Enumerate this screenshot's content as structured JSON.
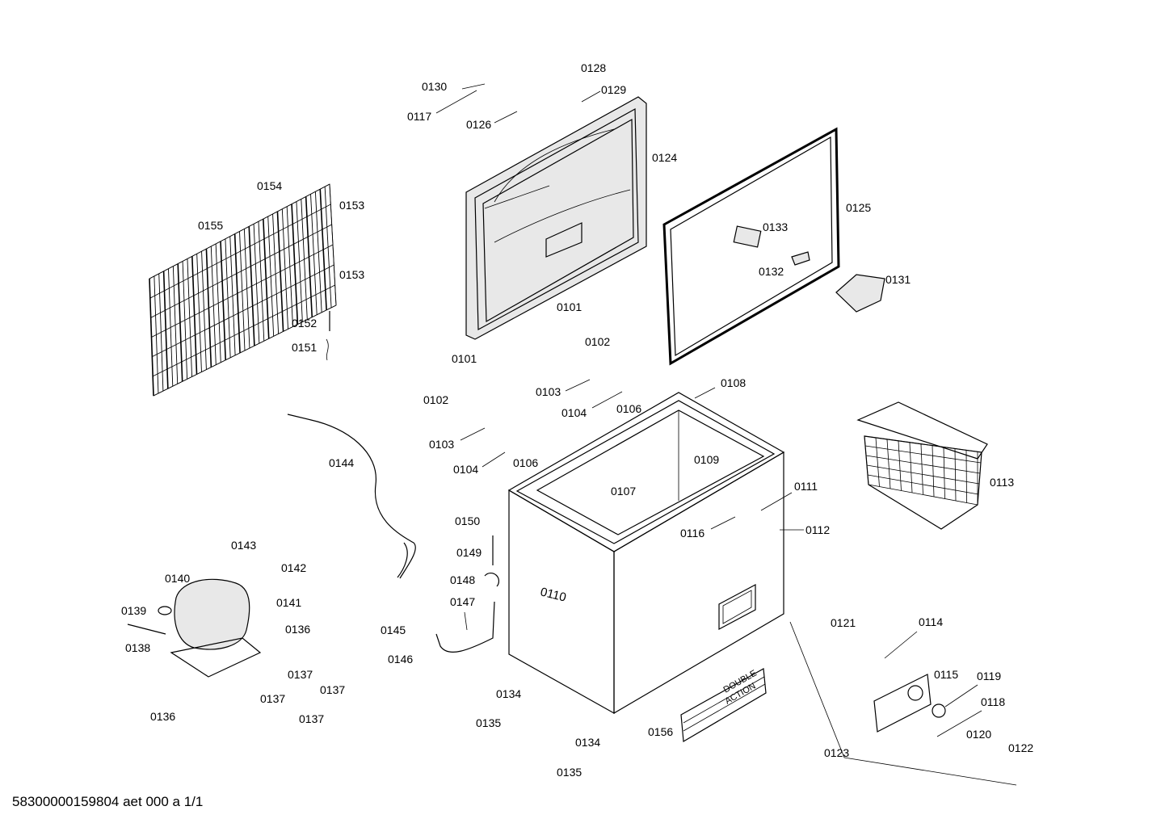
{
  "diagram": {
    "footer": "58300000159804 aet 000 a 1/1",
    "brand_plate": {
      "line1": "DOUBLE",
      "line2": "ACTION"
    },
    "labels": {
      "p0130": "0130",
      "p0128": "0128",
      "p0129": "0129",
      "p0117": "0117",
      "p0126": "0126",
      "p0124": "0124",
      "p0125": "0125",
      "p0133": "0133",
      "p0132": "0132",
      "p0131": "0131",
      "p0154": "0154",
      "p0153a": "0153",
      "p0155": "0155",
      "p0153b": "0153",
      "p0152": "0152",
      "p0151": "0151",
      "p0101a": "0101",
      "p0102a": "0102",
      "p0101b": "0101",
      "p0102b": "0102",
      "p0103a": "0103",
      "p0104a": "0104",
      "p0106a": "0106",
      "p0103b": "0103",
      "p0104b": "0104",
      "p0106b": "0106",
      "p0108": "0108",
      "p0109": "0109",
      "p0107": "0107",
      "p0113": "0113",
      "p0111": "0111",
      "p0116": "0116",
      "p0112": "0112",
      "p0144": "0144",
      "p0150": "0150",
      "p0149": "0149",
      "p0148": "0148",
      "p0147": "0147",
      "p0145": "0145",
      "p0146": "0146",
      "p0110": "0110",
      "p0143": "0143",
      "p0142": "0142",
      "p0140": "0140",
      "p0139": "0139",
      "p0141": "0141",
      "p0136a": "0136",
      "p0138": "0138",
      "p0137a": "0137",
      "p0137b": "0137",
      "p0137c": "0137",
      "p0137d": "0137",
      "p0136b": "0136",
      "p0134a": "0134",
      "p0135a": "0135",
      "p0134b": "0134",
      "p0135b": "0135",
      "p0156": "0156",
      "p0121": "0121",
      "p0114": "0114",
      "p0115": "0115",
      "p0119": "0119",
      "p0118": "0118",
      "p0120": "0120",
      "p0122": "0122",
      "p0123": "0123"
    }
  }
}
